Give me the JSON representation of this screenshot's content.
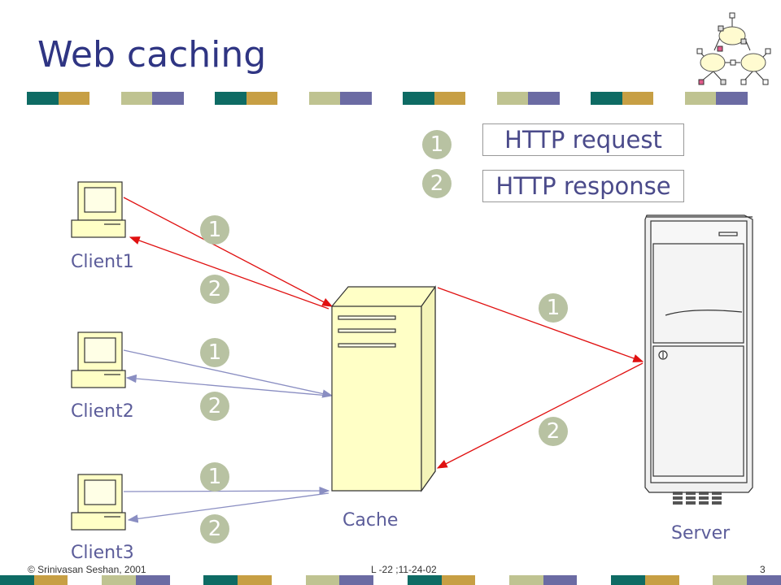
{
  "slide": {
    "title": "Web caching",
    "legend": [
      {
        "num": "1",
        "text": "HTTP request"
      },
      {
        "num": "2",
        "text": "HTTP response"
      }
    ],
    "nodes": {
      "client1": "Client1",
      "client2": "Client2",
      "client3": "Client3",
      "cache": "Cache",
      "server": "Server"
    },
    "badges": {
      "c1_req": "1",
      "c1_resp": "2",
      "c2_req": "1",
      "c2_resp": "2",
      "c3_req": "1",
      "c3_resp": "2",
      "srv_req": "1",
      "srv_resp": "2"
    },
    "footer": {
      "copyright": "© Srinivasan Seshan, 2001",
      "lecture": "L -22 ;11-24-02",
      "page": "3"
    }
  },
  "colors": {
    "title": "#2f3583",
    "stripe": [
      "#0e6b64",
      "#c79f44",
      "#bfc391",
      "#6b6ba3"
    ],
    "badge": "#b8c2a2",
    "red_arrow": "#e01010",
    "blue_arrow": "#8a8ec2",
    "cache_fill": "#ffffc6"
  },
  "icons": {
    "logo": "network-cloud-icon",
    "client": "desktop-computer-icon",
    "cache": "tower-server-icon",
    "server": "rack-server-icon"
  }
}
